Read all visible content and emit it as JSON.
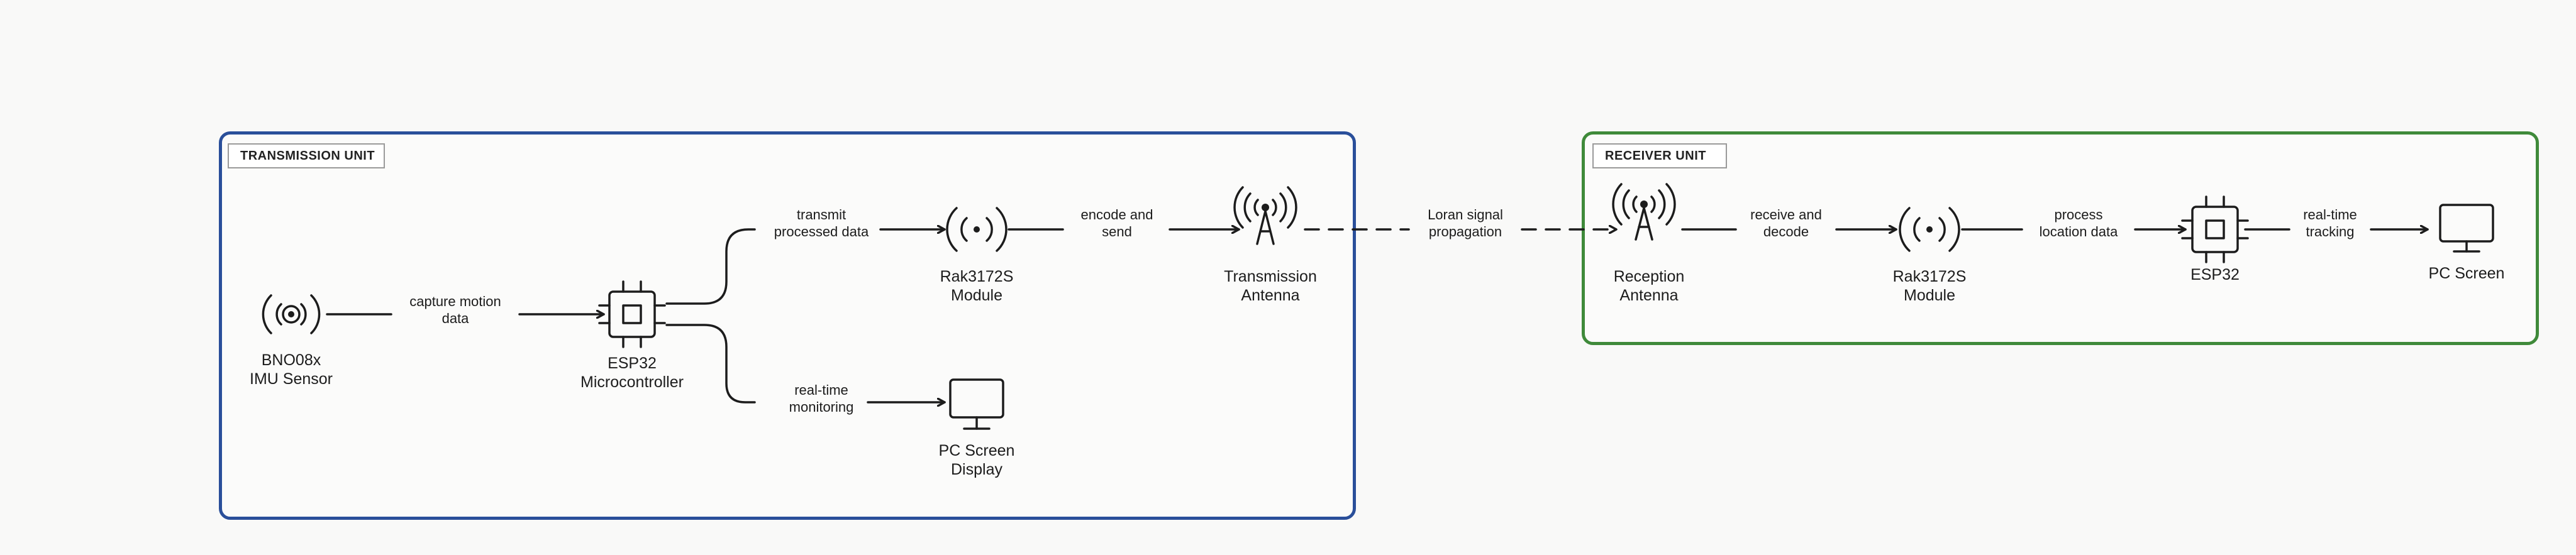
{
  "units": {
    "transmission": {
      "label": "TRANSMISSION UNIT"
    },
    "receiver": {
      "label": "RECEIVER UNIT"
    }
  },
  "nodes": {
    "imu_sensor": {
      "label": "BNO08x\nIMU Sensor",
      "icon": "sensor-icon"
    },
    "tx_esp32": {
      "label": "ESP32\nMicrocontroller",
      "icon": "chip-icon"
    },
    "tx_rak": {
      "label": "Rak3172S\nModule",
      "icon": "radio-wave-icon"
    },
    "tx_antenna": {
      "label": "Transmission\nAntenna",
      "icon": "antenna-icon"
    },
    "tx_display": {
      "label": "PC Screen\nDisplay",
      "icon": "monitor-icon"
    },
    "rx_antenna": {
      "label": "Reception\nAntenna",
      "icon": "antenna-icon"
    },
    "rx_rak": {
      "label": "Rak3172S\nModule",
      "icon": "radio-wave-icon"
    },
    "rx_esp32": {
      "label": "ESP32",
      "icon": "chip-icon"
    },
    "rx_screen": {
      "label": "PC Screen",
      "icon": "monitor-icon"
    }
  },
  "edges": {
    "capture": "capture motion\ndata",
    "transmit": "transmit\nprocessed data",
    "encode": "encode and\nsend",
    "monitoring": "real-time\nmonitoring",
    "lora": "Loran signal\npropagation",
    "receive": "receive and\ndecode",
    "process": "process\nlocation data",
    "tracking": "real-time\ntracking"
  }
}
